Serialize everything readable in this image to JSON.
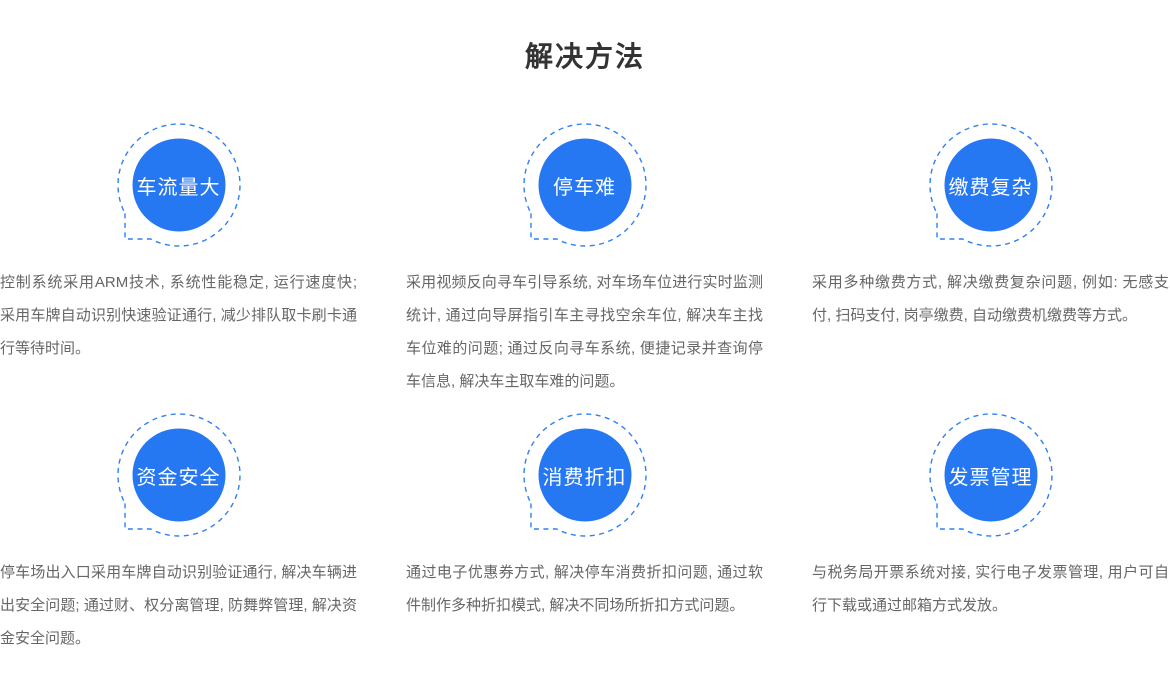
{
  "header": {
    "title": "解决方法"
  },
  "colors": {
    "badge_fill_blue": "#2577F2",
    "bubble_dash_blue": "#2E80F4",
    "title_text": "#333333",
    "body_text": "#666666",
    "badge_label_text": "#FFFFFF",
    "background": "#FFFFFF"
  },
  "solutions": [
    {
      "badge": "车流量大",
      "description": "控制系统采用ARM技术, 系统性能稳定, 运行速度快; 采用车牌自动识别快速验证通行, 减少排队取卡刷卡通行等待时间。"
    },
    {
      "badge": "停车难",
      "description": "采用视频反向寻车引导系统, 对车场车位进行实时监测统计, 通过向导屏指引车主寻找空余车位, 解决车主找车位难的问题; 通过反向寻车系统, 便捷记录并查询停车信息, 解决车主取车难的问题。"
    },
    {
      "badge": "缴费复杂",
      "description": "采用多种缴费方式, 解决缴费复杂问题, 例如: 无感支付, 扫码支付, 岗亭缴费, 自动缴费机缴费等方式。"
    },
    {
      "badge": "资金安全",
      "description": "停车场出入口采用车牌自动识别验证通行, 解决车辆进出安全问题; 通过财、权分离管理, 防舞弊管理, 解决资金安全问题。"
    },
    {
      "badge": "消费折扣",
      "description": "通过电子优惠券方式, 解决停车消费折扣问题, 通过软件制作多种折扣模式, 解决不同场所折扣方式问题。"
    },
    {
      "badge": "发票管理",
      "description": "与税务局开票系统对接, 实行电子发票管理, 用户可自行下载或通过邮箱方式发放。"
    }
  ]
}
